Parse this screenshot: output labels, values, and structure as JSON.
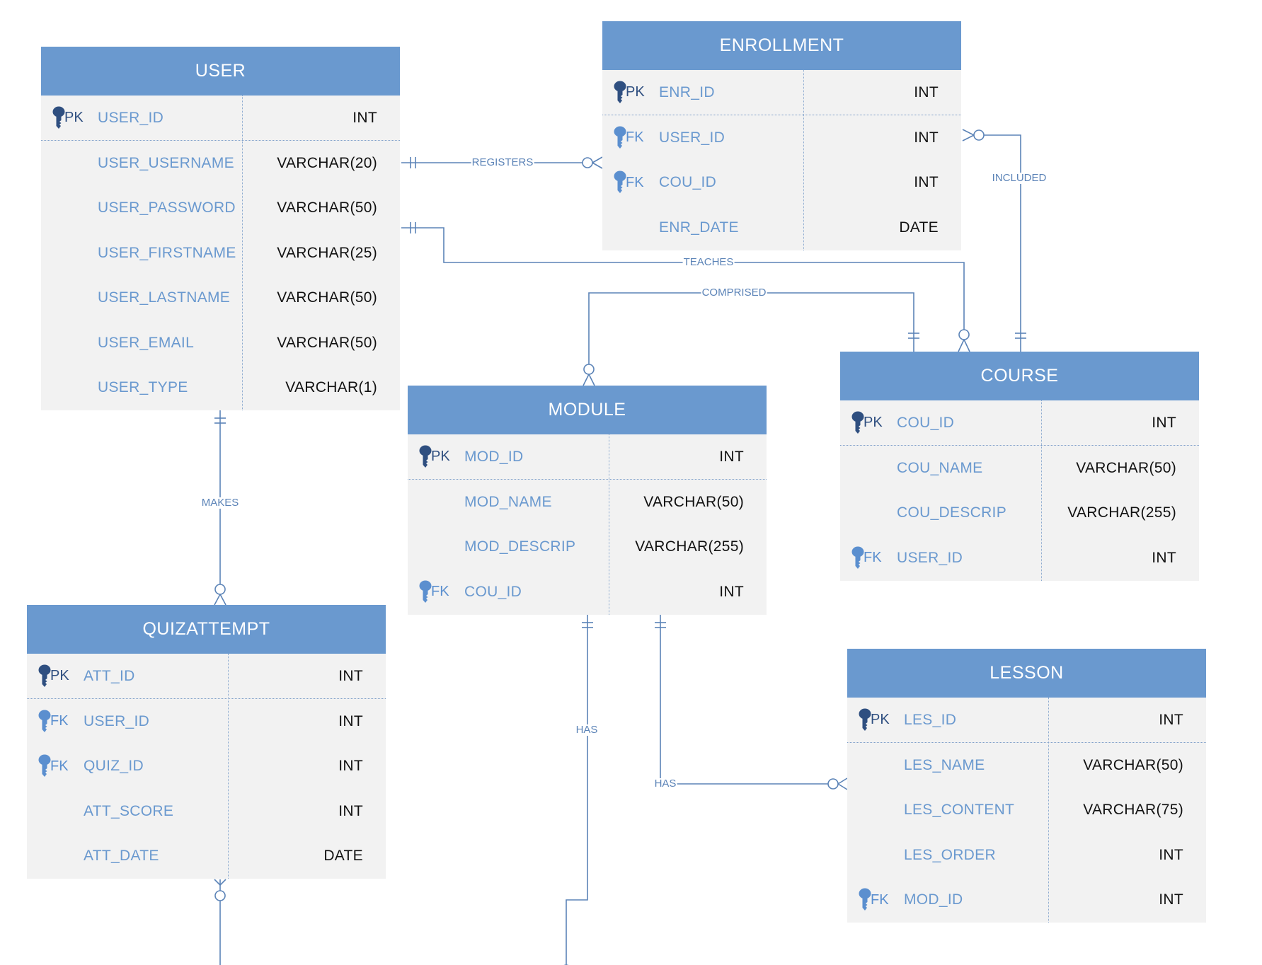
{
  "entities": {
    "user": {
      "title": "USER",
      "rows": [
        {
          "key": "PK",
          "name": "USER_ID",
          "type": "INT"
        },
        {
          "key": "",
          "name": "USER_USERNAME",
          "type": "VARCHAR(20)"
        },
        {
          "key": "",
          "name": "USER_PASSWORD",
          "type": "VARCHAR(50)"
        },
        {
          "key": "",
          "name": "USER_FIRSTNAME",
          "type": "VARCHAR(25)"
        },
        {
          "key": "",
          "name": "USER_LASTNAME",
          "type": "VARCHAR(50)"
        },
        {
          "key": "",
          "name": "USER_EMAIL",
          "type": "VARCHAR(50)"
        },
        {
          "key": "",
          "name": "USER_TYPE",
          "type": "VARCHAR(1)"
        }
      ]
    },
    "enrollment": {
      "title": "ENROLLMENT",
      "rows": [
        {
          "key": "PK",
          "name": "ENR_ID",
          "type": "INT"
        },
        {
          "key": "FK",
          "name": "USER_ID",
          "type": "INT"
        },
        {
          "key": "FK",
          "name": "COU_ID",
          "type": "INT"
        },
        {
          "key": "",
          "name": "ENR_DATE",
          "type": "DATE"
        }
      ]
    },
    "course": {
      "title": "COURSE",
      "rows": [
        {
          "key": "PK",
          "name": "COU_ID",
          "type": "INT"
        },
        {
          "key": "",
          "name": "COU_NAME",
          "type": "VARCHAR(50)"
        },
        {
          "key": "",
          "name": "COU_DESCRIP",
          "type": "VARCHAR(255)"
        },
        {
          "key": "FK",
          "name": "USER_ID",
          "type": "INT"
        }
      ]
    },
    "module": {
      "title": "MODULE",
      "rows": [
        {
          "key": "PK",
          "name": "MOD_ID",
          "type": "INT"
        },
        {
          "key": "",
          "name": "MOD_NAME",
          "type": "VARCHAR(50)"
        },
        {
          "key": "",
          "name": "MOD_DESCRIP",
          "type": "VARCHAR(255)"
        },
        {
          "key": "FK",
          "name": "COU_ID",
          "type": "INT"
        }
      ]
    },
    "quizattempt": {
      "title": "QUIZATTEMPT",
      "rows": [
        {
          "key": "PK",
          "name": "ATT_ID",
          "type": "INT"
        },
        {
          "key": "FK",
          "name": "USER_ID",
          "type": "INT"
        },
        {
          "key": "FK",
          "name": "QUIZ_ID",
          "type": "INT"
        },
        {
          "key": "",
          "name": "ATT_SCORE",
          "type": "INT"
        },
        {
          "key": "",
          "name": "ATT_DATE",
          "type": "DATE"
        }
      ]
    },
    "lesson": {
      "title": "LESSON",
      "rows": [
        {
          "key": "PK",
          "name": "LES_ID",
          "type": "INT"
        },
        {
          "key": "",
          "name": "LES_NAME",
          "type": "VARCHAR(50)"
        },
        {
          "key": "",
          "name": "LES_CONTENT",
          "type": "VARCHAR(75)"
        },
        {
          "key": "",
          "name": "LES_ORDER",
          "type": "INT"
        },
        {
          "key": "FK",
          "name": "MOD_ID",
          "type": "INT"
        }
      ]
    }
  },
  "relationships": {
    "registers": "REGISTERS",
    "teaches": "TEACHES",
    "comprised": "COMPRISED",
    "included": "INCLUDED",
    "makes": "MAKES",
    "has_module_lower": "HAS",
    "has_lesson": "HAS"
  },
  "colors": {
    "header": "#6a99cf",
    "body": "#f2f2f2",
    "attribute": "#6a99cf",
    "connector": "#5b83b7",
    "pk_icon": "#2f4f80",
    "fk_icon": "#5b8fcf"
  }
}
